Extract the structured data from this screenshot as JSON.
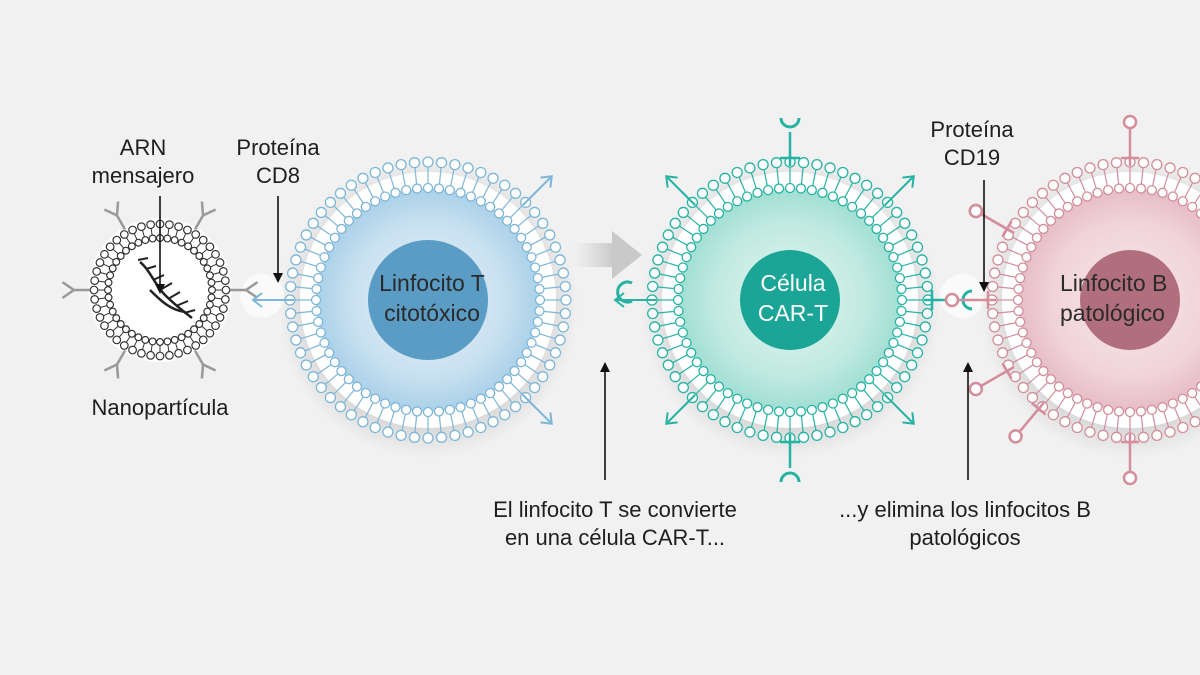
{
  "labels": {
    "arn": [
      "ARN",
      "mensajero"
    ],
    "proteina_cd8": [
      "Proteína",
      "CD8"
    ],
    "proteina_cd19": [
      "Proteína",
      "CD19"
    ],
    "nanoparticula": "Nanopartícula",
    "linfocito_t": [
      "Linfocito T",
      "citotóxico"
    ],
    "celula_car_t": [
      "Célula",
      "CAR-T"
    ],
    "linfocito_b": [
      "Linfocito B",
      "patológico"
    ],
    "caption_1": [
      "El linfocito T se convierte",
      "en una  célula CAR-T..."
    ],
    "caption_2": [
      "...y elimina los linfocitos B",
      "patológicos"
    ]
  },
  "colors": {
    "background": "#f1f1f1",
    "t_cell_nucleus": "#5a9cc4",
    "t_cell_membrane": "#7eb6d8",
    "car_t_nucleus": "#1aa596",
    "car_t_membrane": "#26b3a3",
    "b_cell_nucleus": "#b16f7d",
    "b_cell_membrane": "#d38d9b",
    "nanoparticle": "#333333",
    "antibody": "#999999",
    "process_arrow": "#cfcfcf"
  }
}
